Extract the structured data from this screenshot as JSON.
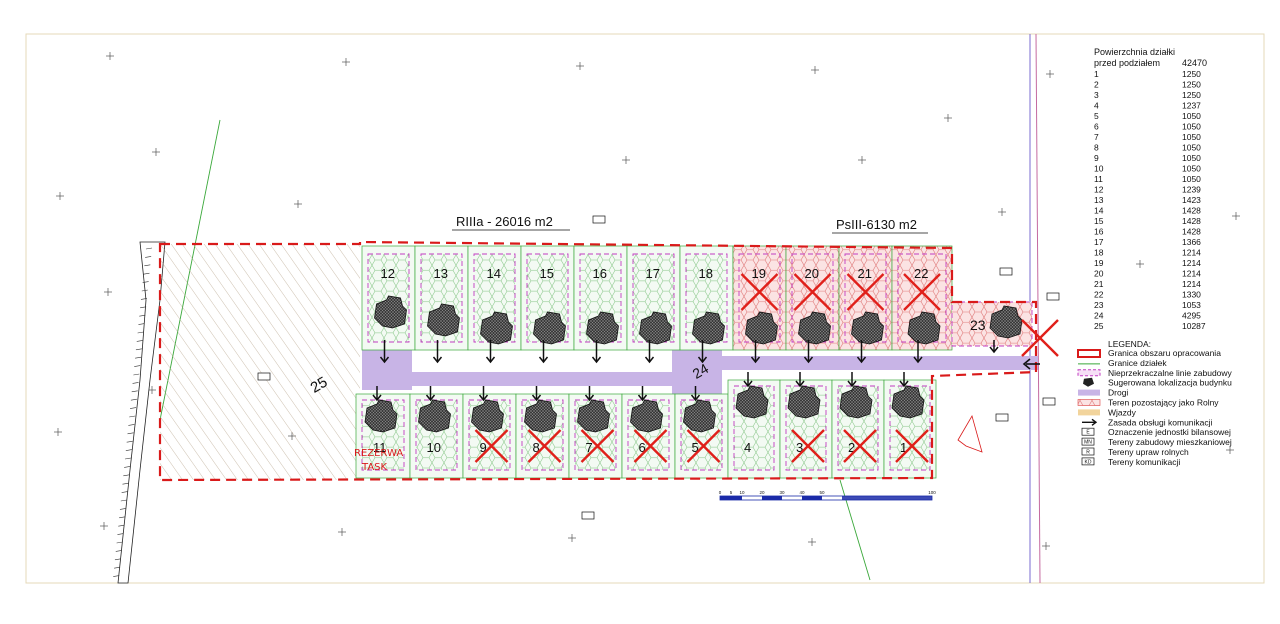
{
  "labels": {
    "zone_riiia": "RIIIa - 26016 m2",
    "zone_psiii": "PsIII-6130 m2",
    "reserve_note": "REZERWA",
    "reserve_note2": "TASK"
  },
  "area_table": {
    "header1": "Powierzchnia działki",
    "header2": "przed podziałem",
    "total": "42470",
    "rows": [
      [
        "1",
        "1250"
      ],
      [
        "2",
        "1250"
      ],
      [
        "3",
        "1250"
      ],
      [
        "4",
        "1237"
      ],
      [
        "5",
        "1050"
      ],
      [
        "6",
        "1050"
      ],
      [
        "7",
        "1050"
      ],
      [
        "8",
        "1050"
      ],
      [
        "9",
        "1050"
      ],
      [
        "10",
        "1050"
      ],
      [
        "11",
        "1050"
      ],
      [
        "12",
        "1239"
      ],
      [
        "13",
        "1423"
      ],
      [
        "14",
        "1428"
      ],
      [
        "15",
        "1428"
      ],
      [
        "16",
        "1428"
      ],
      [
        "17",
        "1366"
      ],
      [
        "18",
        "1214"
      ],
      [
        "19",
        "1214"
      ],
      [
        "20",
        "1214"
      ],
      [
        "21",
        "1214"
      ],
      [
        "22",
        "1330"
      ],
      [
        "23",
        "1053"
      ],
      [
        "24",
        "4295"
      ],
      [
        "25",
        "10287"
      ]
    ]
  },
  "legend": {
    "title": "LEGENDA:",
    "items": [
      {
        "key": "boundary",
        "label": "Granica obszaru opracowania"
      },
      {
        "key": "plots",
        "label": "Granice działek"
      },
      {
        "key": "building_line",
        "label": "Nieprzekraczalne linie zabudowy"
      },
      {
        "key": "building",
        "label": "Sugerowana lokalizacja budynku"
      },
      {
        "key": "roads",
        "label": "Drogi"
      },
      {
        "key": "agri",
        "label": "Teren pozostający jako Rolny"
      },
      {
        "key": "entries",
        "label": "Wjazdy"
      },
      {
        "key": "access",
        "label": "Zasada obsługi komunikacji"
      },
      {
        "key": "unit",
        "label": "Oznaczenie jednostki bilansowej"
      },
      {
        "key": "res",
        "label": "Tereny zabudowy mieszkaniowej"
      },
      {
        "key": "crop",
        "label": "Tereny upraw rolnych"
      },
      {
        "key": "kd",
        "label": "Tereny komunikacji"
      }
    ],
    "unit_symbol": "E",
    "res_symbol": "MN",
    "crop_symbol": "R",
    "kd_symbol": "KD"
  },
  "plots_top": [
    "12",
    "13",
    "14",
    "15",
    "16",
    "17",
    "18",
    "19",
    "20",
    "21",
    "22"
  ],
  "plot_23": "23",
  "plot_24": "24",
  "plot_25": "25",
  "plots_bottom": [
    "11",
    "10",
    "9",
    "8",
    "7",
    "6",
    "5",
    "4",
    "3",
    "2",
    "1"
  ],
  "crossed": [
    "19",
    "20",
    "21",
    "22",
    "23",
    "9",
    "8",
    "7",
    "6",
    "5",
    "3",
    "2",
    "1"
  ],
  "scale_ticks": [
    "0",
    "5",
    "10",
    "20",
    "30",
    "40",
    "50",
    "100"
  ],
  "colors": {
    "boundary": "#d91a1a",
    "road": "#c8b4e6",
    "building_line": "#c23cc2",
    "agri": "#f2b8b8",
    "cross": "#e0201a",
    "plot_line": "#3aa83a"
  }
}
